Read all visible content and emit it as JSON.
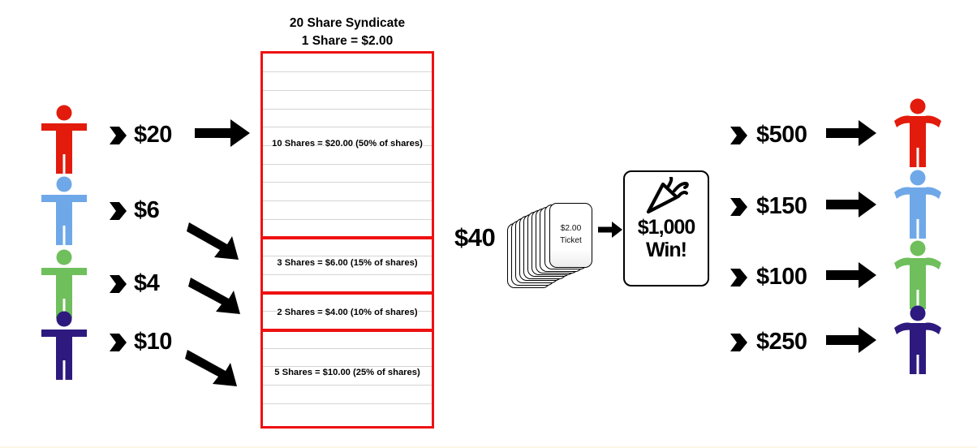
{
  "syndicate": {
    "title_line1": "20 Share Syndicate",
    "title_line2": "1 Share = $2.00",
    "total_shares": 20,
    "share_price": "$2.00",
    "border_color": "#ee1111",
    "groups": [
      {
        "label": "10 Shares = $20.00 (50% of shares)",
        "shares": 10,
        "amount": "$20.00",
        "percent": "50%"
      },
      {
        "label": "3 Shares = $6.00 (15% of shares)",
        "shares": 3,
        "amount": "$6.00",
        "percent": "15%"
      },
      {
        "label": "2 Shares = $4.00 (10% of shares)",
        "shares": 2,
        "amount": "$4.00",
        "percent": "10%"
      },
      {
        "label": "5 Shares = $10.00 (25% of shares)",
        "shares": 5,
        "amount": "$10.00",
        "percent": "25%"
      }
    ]
  },
  "contributors": [
    {
      "name": "red",
      "color": "#e21b0c",
      "amount": "$20"
    },
    {
      "name": "blue",
      "color": "#6fa8e8",
      "amount": "$6"
    },
    {
      "name": "green",
      "color": "#6fbf5c",
      "amount": "$4"
    },
    {
      "name": "purple",
      "color": "#2e1a7e",
      "amount": "$10"
    }
  ],
  "payouts": [
    {
      "name": "red",
      "color": "#e21b0c",
      "amount": "$500"
    },
    {
      "name": "blue",
      "color": "#6fa8e8",
      "amount": "$150"
    },
    {
      "name": "green",
      "color": "#6fbf5c",
      "amount": "$100"
    },
    {
      "name": "purple",
      "color": "#2e1a7e",
      "amount": "$250"
    }
  ],
  "center": {
    "total": "$40",
    "ticket_price": "$2.00",
    "ticket_label": "Ticket",
    "win_amount": "$1,000",
    "win_label": "Win!"
  }
}
